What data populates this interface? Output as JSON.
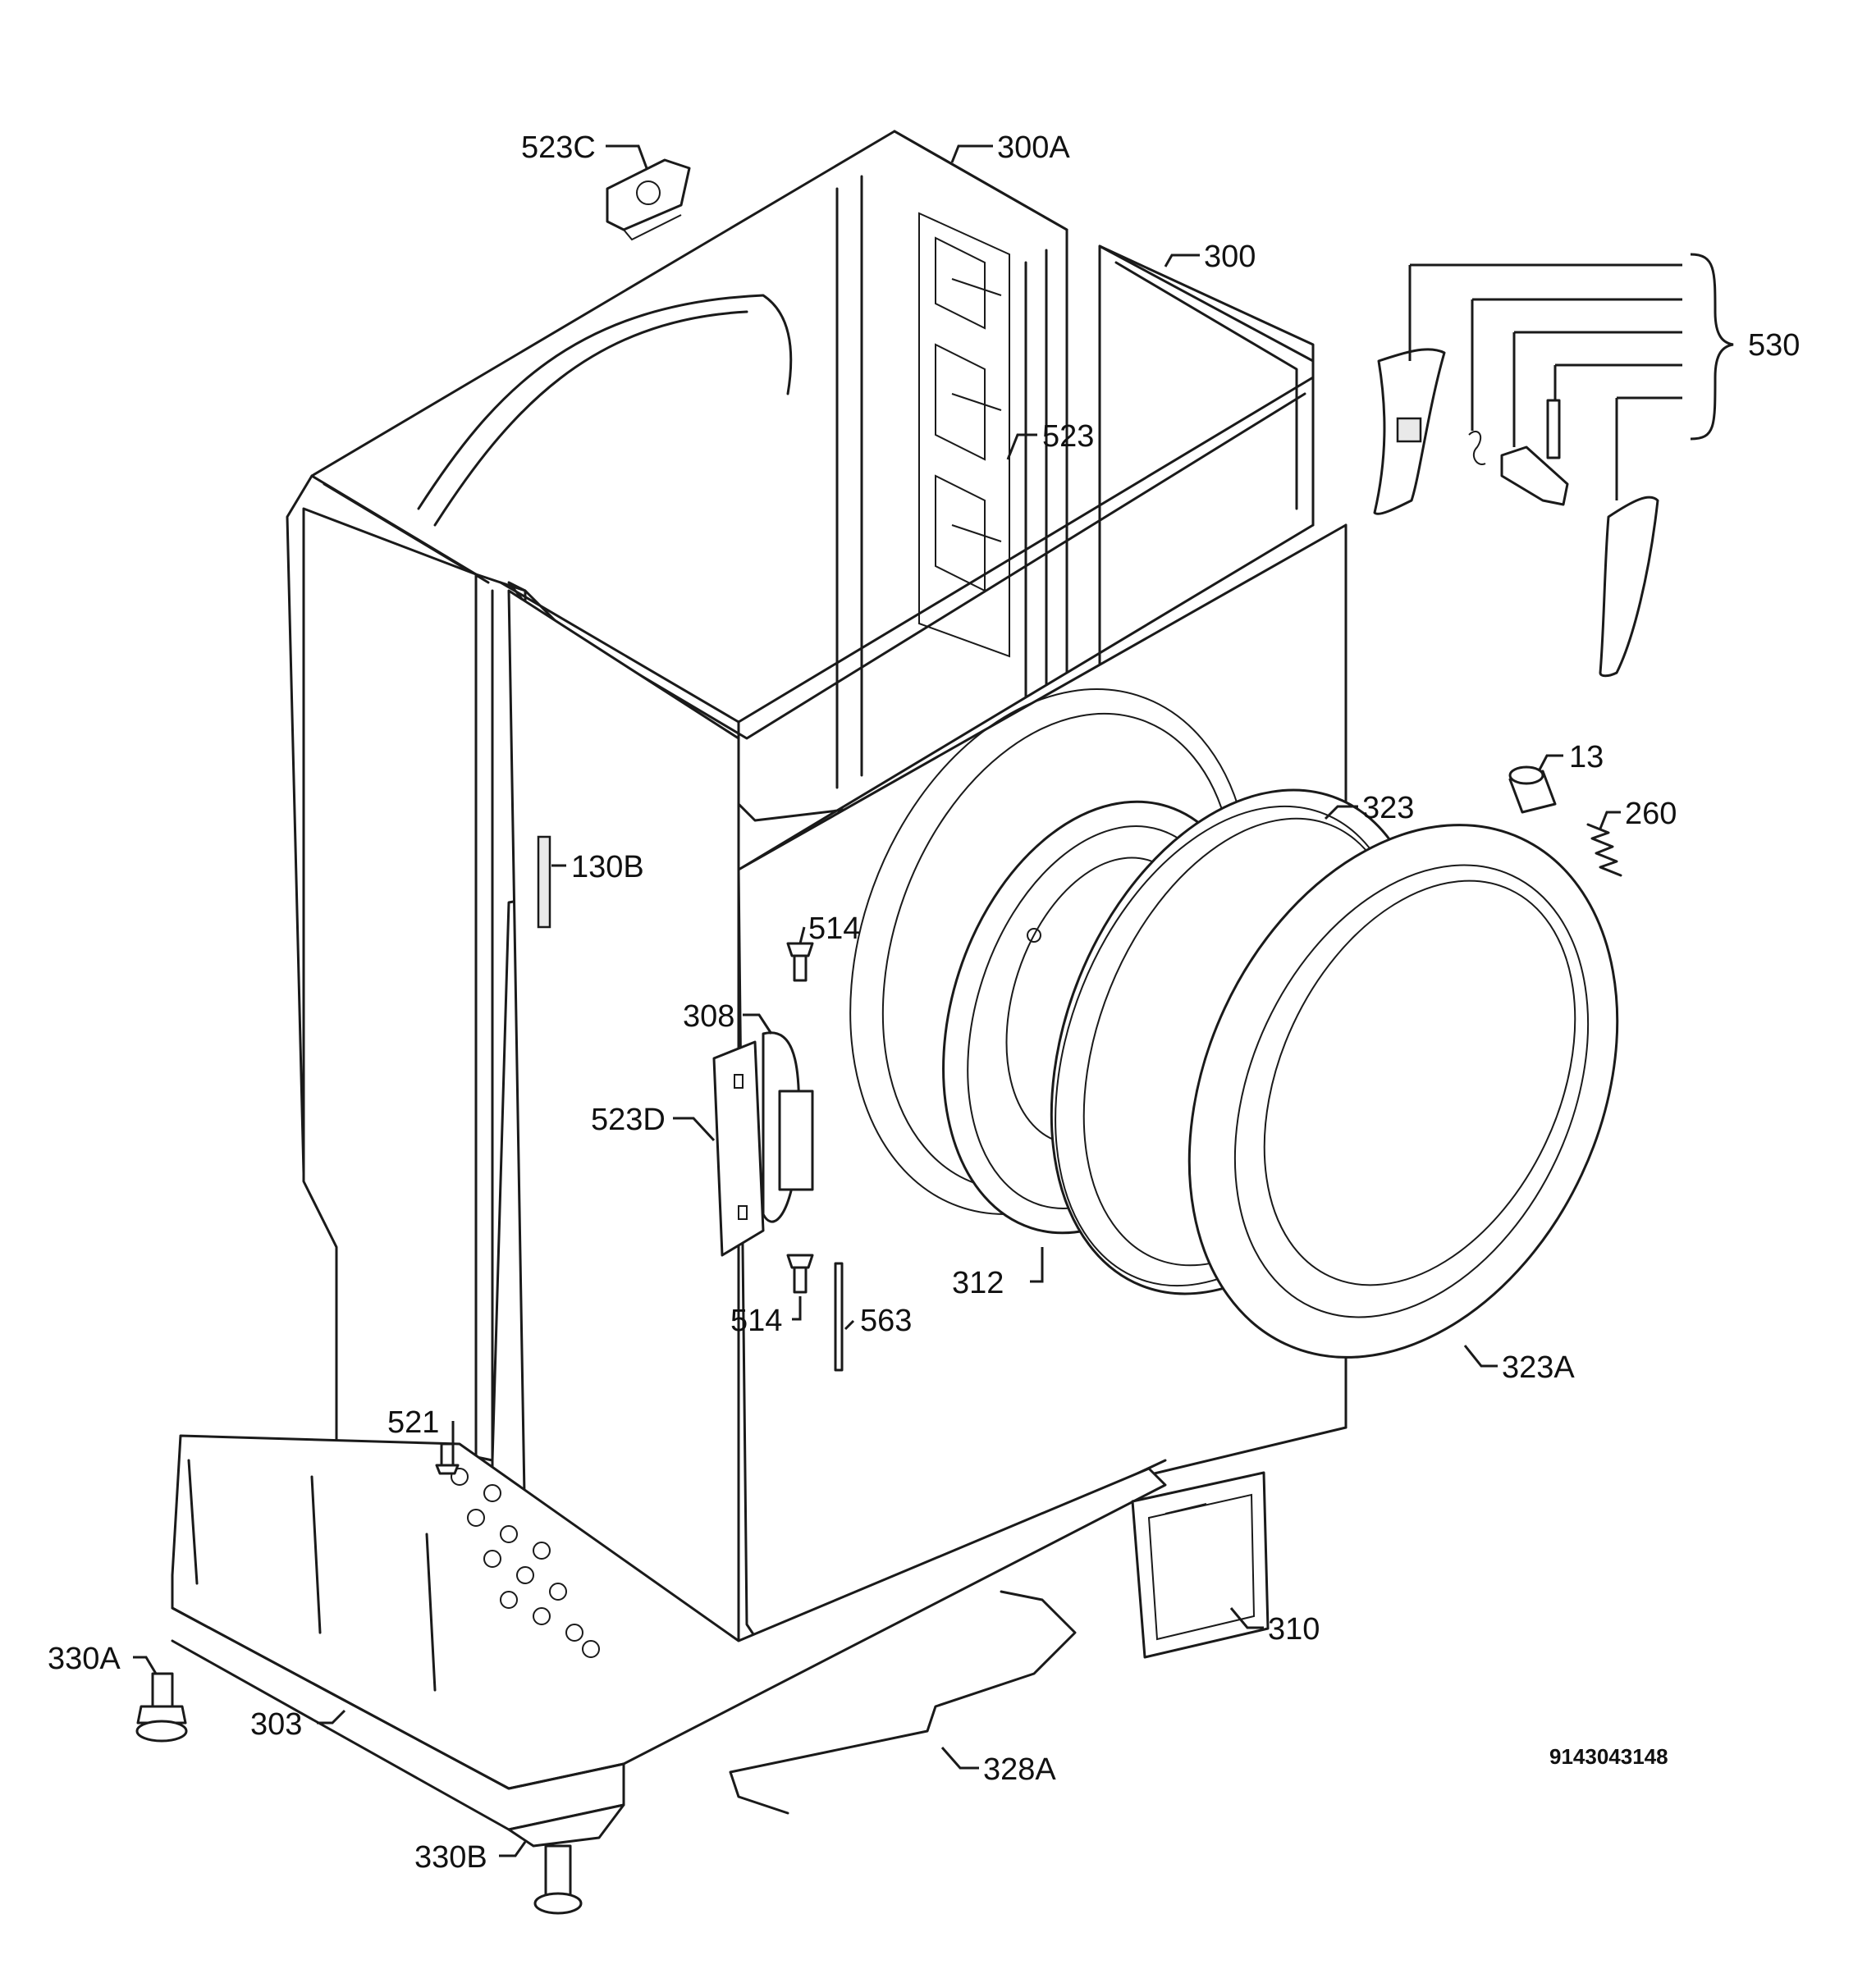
{
  "callouts": [
    {
      "id": "c-523C",
      "text": "523C"
    },
    {
      "id": "c-300A",
      "text": "300A"
    },
    {
      "id": "c-300",
      "text": "300"
    },
    {
      "id": "c-530",
      "text": "530"
    },
    {
      "id": "c-523",
      "text": "523"
    },
    {
      "id": "c-13",
      "text": "13"
    },
    {
      "id": "c-323",
      "text": "323"
    },
    {
      "id": "c-260",
      "text": "260"
    },
    {
      "id": "c-130B",
      "text": "130B"
    },
    {
      "id": "c-514a",
      "text": "514"
    },
    {
      "id": "c-308",
      "text": "308"
    },
    {
      "id": "c-523D",
      "text": "523D"
    },
    {
      "id": "c-312",
      "text": "312"
    },
    {
      "id": "c-514b",
      "text": "514"
    },
    {
      "id": "c-563",
      "text": "563"
    },
    {
      "id": "c-323A",
      "text": "323A"
    },
    {
      "id": "c-521",
      "text": "521"
    },
    {
      "id": "c-310",
      "text": "310"
    },
    {
      "id": "c-330A",
      "text": "330A"
    },
    {
      "id": "c-303",
      "text": "303"
    },
    {
      "id": "c-328A",
      "text": "328A"
    },
    {
      "id": "c-330B",
      "text": "330B"
    }
  ],
  "diagram_code": "9143043148"
}
